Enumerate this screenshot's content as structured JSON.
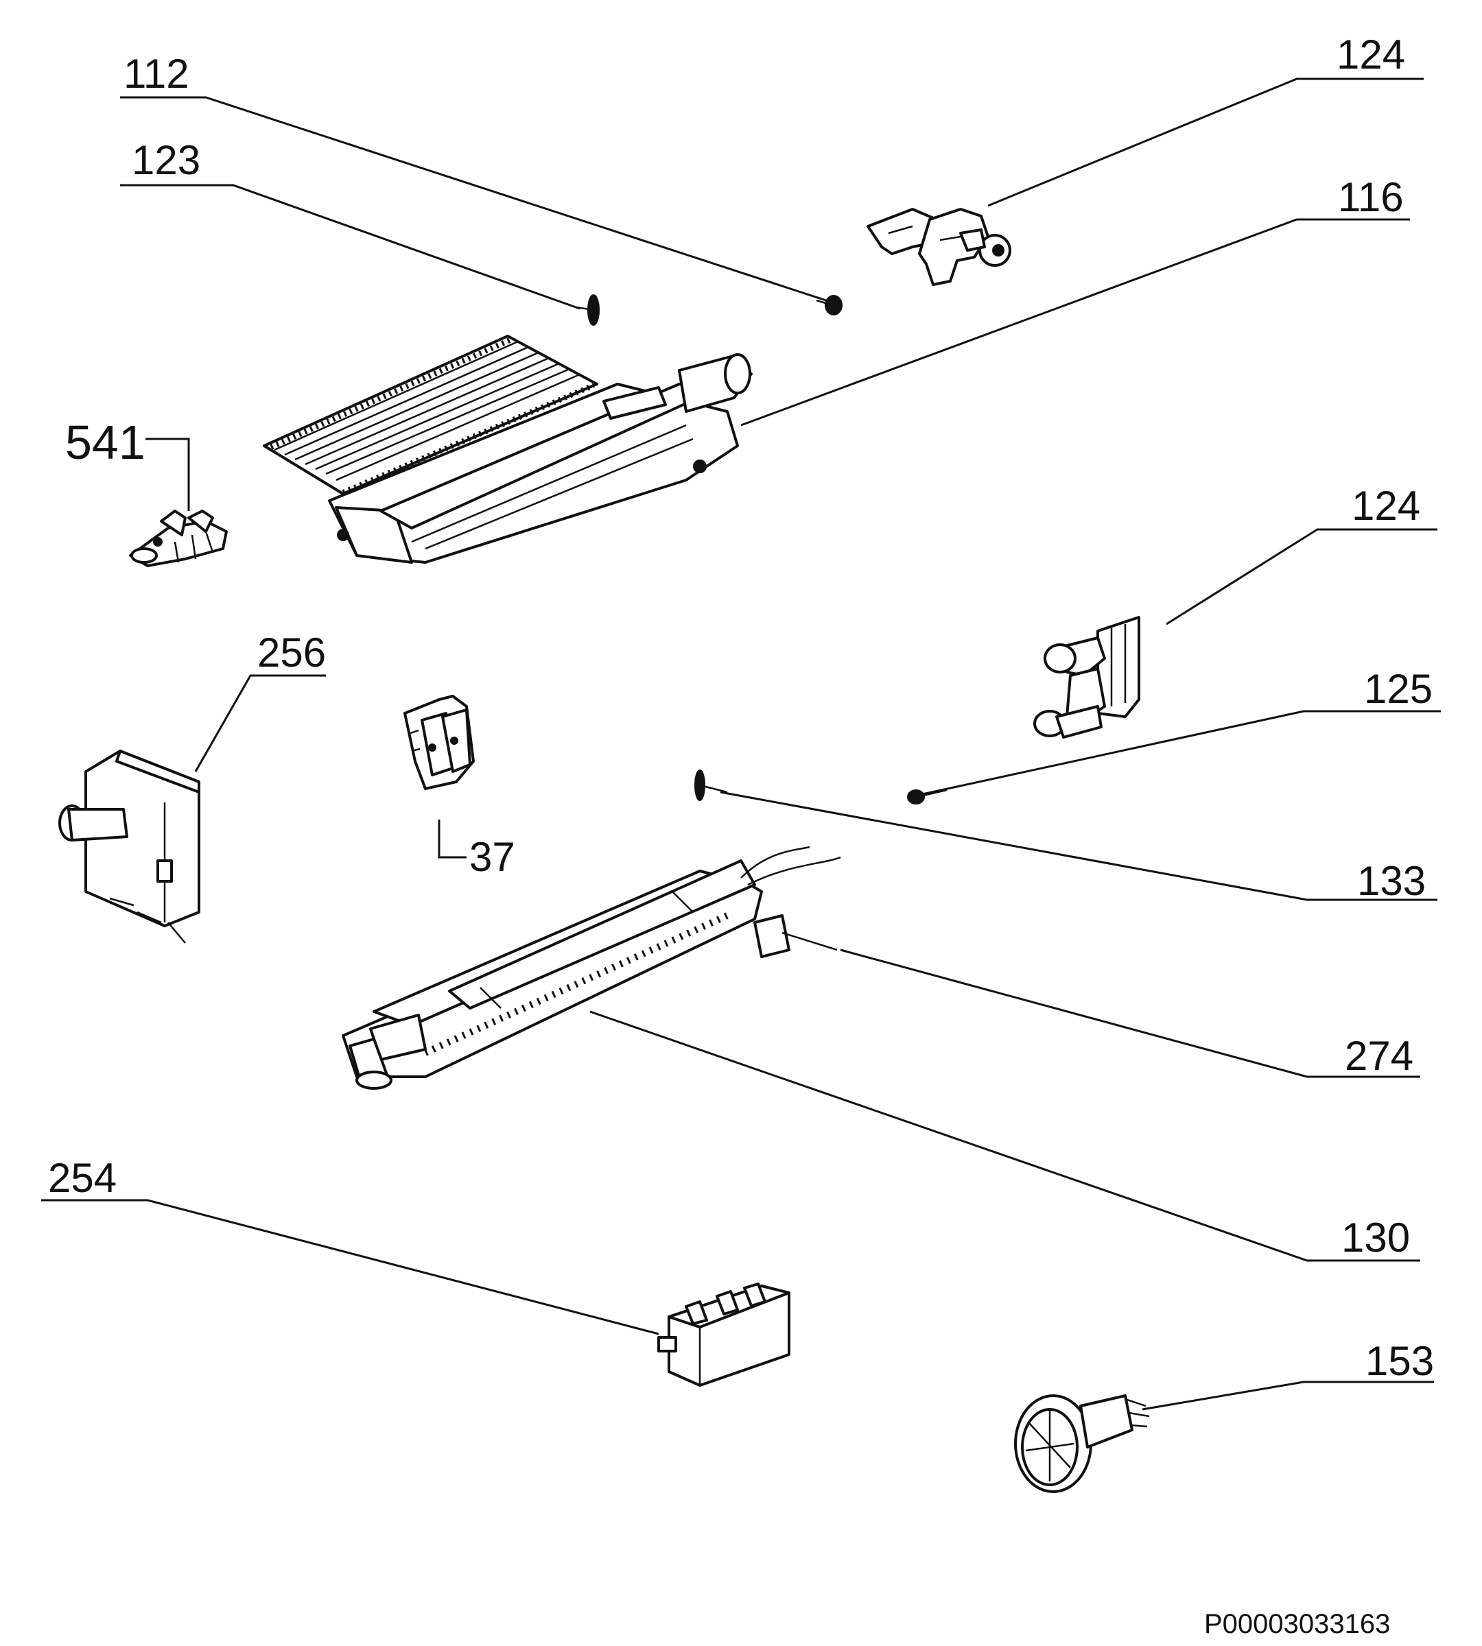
{
  "labels": {
    "l112": "112",
    "l123": "123",
    "l124a": "124",
    "l116": "116",
    "l541": "541",
    "l124b": "124",
    "l256": "256",
    "l125": "125",
    "l37": "37",
    "l133": "133",
    "l274": "274",
    "l130": "130",
    "l254": "254",
    "l153": "153"
  },
  "document_id": "P00003033163"
}
